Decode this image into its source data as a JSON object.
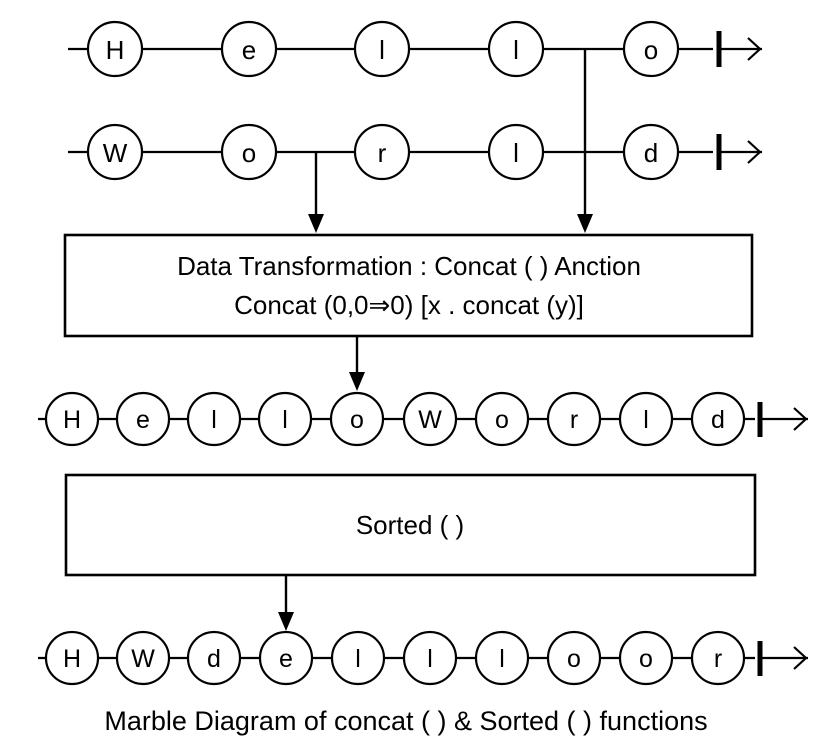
{
  "diagram": {
    "title": "Marble Diagram of concat ( ) & Sorted ( ) functions",
    "background_color": "#ffffff",
    "stroke_color": "#000000",
    "streams": [
      {
        "name": "source-stream-hello",
        "marbles": [
          "H",
          "e",
          "l",
          "l",
          "o"
        ],
        "terminator": "complete"
      },
      {
        "name": "source-stream-world",
        "marbles": [
          "W",
          "o",
          "r",
          "l",
          "d"
        ],
        "terminator": "complete"
      },
      {
        "name": "concat-result-stream",
        "marbles": [
          "H",
          "e",
          "l",
          "l",
          "o",
          "W",
          "o",
          "r",
          "l",
          "d"
        ],
        "terminator": "complete"
      },
      {
        "name": "sorted-result-stream",
        "marbles": [
          "H",
          "W",
          "d",
          "e",
          "l",
          "l",
          "l",
          "o",
          "o",
          "r"
        ],
        "terminator": "complete"
      }
    ],
    "operator_boxes": [
      {
        "name": "concat-operator-box",
        "lines": [
          "Data Transformation : Concat ( ) Anction",
          "Concat (0,0⇒0)  [x . concat (y)]"
        ]
      },
      {
        "name": "sorted-operator-box",
        "lines": [
          "Sorted ( )"
        ]
      }
    ]
  }
}
